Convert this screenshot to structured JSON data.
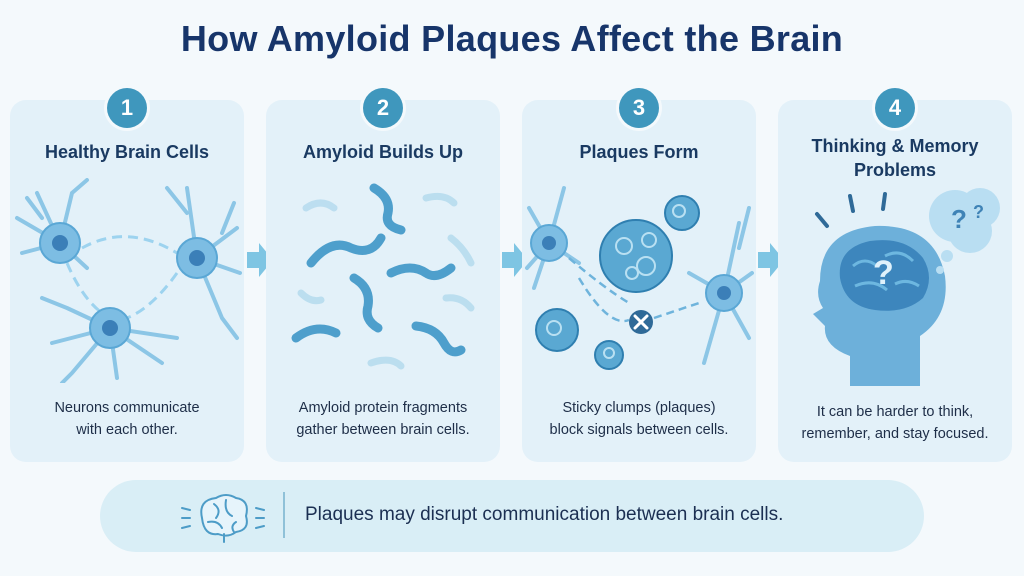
{
  "title": "How Amyloid Plaques Affect the Brain",
  "steps": [
    {
      "number": "1",
      "title": "Healthy Brain Cells",
      "caption_line1": "Neurons communicate",
      "caption_line2": "with each other."
    },
    {
      "number": "2",
      "title": "Amyloid Builds Up",
      "caption_line1": "Amyloid protein fragments",
      "caption_line2": "gather between brain cells."
    },
    {
      "number": "3",
      "title": "Plaques Form",
      "caption_line1": "Sticky clumps (plaques)",
      "caption_line2": "block signals between cells."
    },
    {
      "number": "4",
      "title_line1": "Thinking & Memory",
      "title_line2": "Problems",
      "caption_line1": "It can be harder to think,",
      "caption_line2": "remember, and stay focused."
    }
  ],
  "summary": "Plaques may disrupt communication between brain cells.",
  "icons": {
    "summary": "brain-icon",
    "blocked": "blocked-signal-icon",
    "thought": "question-thought-bubble-icon"
  },
  "colors": {
    "accent": "#3f97bd",
    "panel": "#e3f1f9",
    "title": "#17356a",
    "neuron": "#6fb4dc"
  }
}
